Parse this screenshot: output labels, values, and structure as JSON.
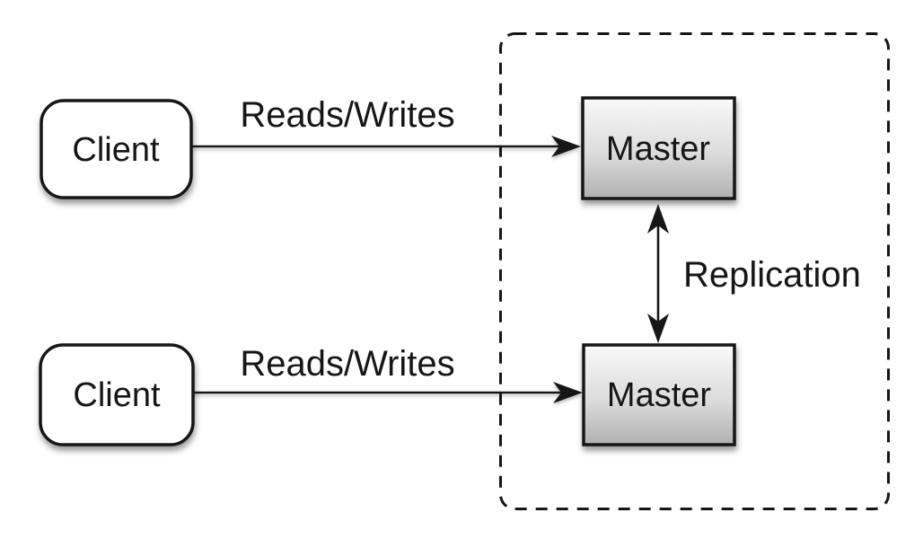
{
  "diagram": {
    "type": "architecture-diagram",
    "nodes": {
      "client_top": {
        "label": "Client",
        "shape": "rounded-rect"
      },
      "client_bottom": {
        "label": "Client",
        "shape": "rounded-rect"
      },
      "master_top": {
        "label": "Master",
        "shape": "rect"
      },
      "master_bottom": {
        "label": "Master",
        "shape": "rect"
      }
    },
    "edges": {
      "reads_writes_top": {
        "label": "Reads/Writes",
        "from": "client_top",
        "to": "master_top",
        "direction": "one-way"
      },
      "reads_writes_bottom": {
        "label": "Reads/Writes",
        "from": "client_bottom",
        "to": "master_bottom",
        "direction": "one-way"
      },
      "replication": {
        "label": "Replication",
        "from": "master_top",
        "to": "master_bottom",
        "direction": "two-way"
      }
    },
    "group": {
      "border_style": "dashed",
      "contains": [
        "master_top",
        "master_bottom"
      ]
    },
    "colors": {
      "background": "#ffffff",
      "stroke": "#161616",
      "client_fill": "#ffffff",
      "master_gradient_top": "#f9f9f9",
      "master_gradient_mid": "#dcdcdc",
      "master_gradient_bottom": "#b0b0b0"
    }
  }
}
